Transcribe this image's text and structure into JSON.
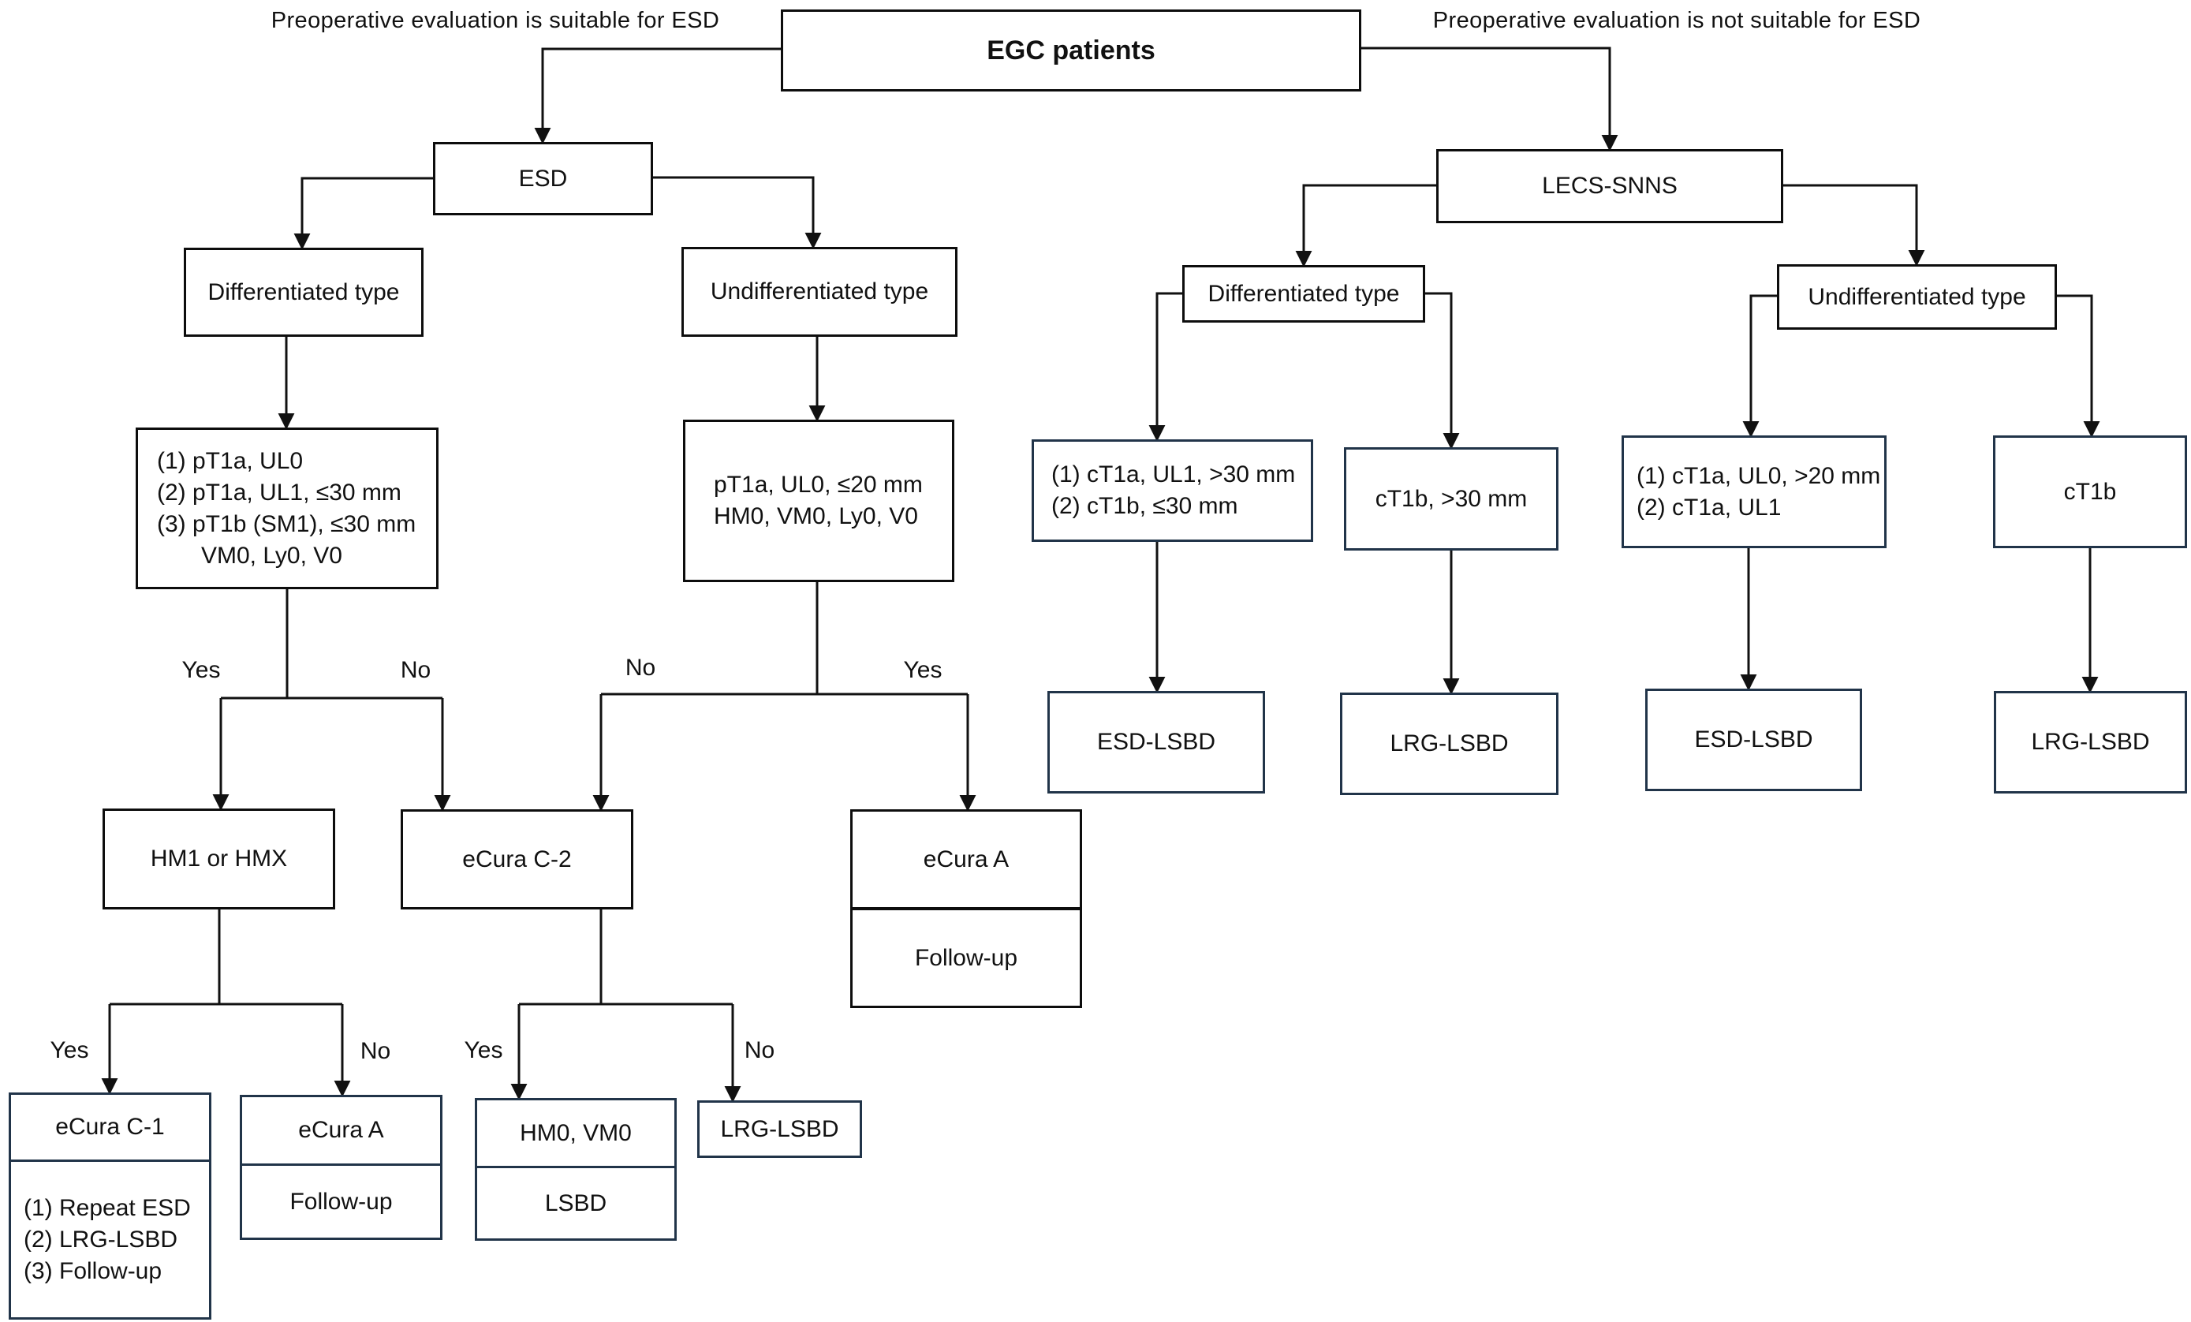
{
  "header": {
    "left_note": "Preoperative evaluation is suitable for ESD",
    "right_note": "Preoperative evaluation is not suitable for ESD"
  },
  "colors": {
    "line": "#111111",
    "border_black": "#0d0d0d",
    "border_navy": "#213449",
    "background": "#ffffff"
  },
  "nodes": {
    "egc": "EGC patients",
    "esd": "ESD",
    "lecs_snns": "LECS-SNNS",
    "esd_differentiated": "Differentiated type",
    "esd_undifferentiated": "Undifferentiated type",
    "lecs_differentiated": "Differentiated type",
    "lecs_undifferentiated": "Undifferentiated type",
    "esd_diff_criteria": [
      "(1) pT1a, UL0",
      "(2) pT1a, UL1, ≤30 mm",
      "(3) pT1b (SM1), ≤30 mm",
      "VM0, Ly0, V0"
    ],
    "esd_undiff_criteria": [
      "pT1a, UL0, ≤20 mm",
      "HM0, VM0, Ly0, V0"
    ],
    "hm1_hmx": "HM1 or HMX",
    "ecura_c2": "eCura C-2",
    "ecura_a_right": {
      "title": "eCura A",
      "action": "Follow-up"
    },
    "ecura_c1": {
      "title": "eCura C-1",
      "actions": [
        "(1) Repeat ESD",
        "(2) LRG-LSBD",
        "(3) Follow-up"
      ]
    },
    "ecura_a_left": {
      "title": "eCura A",
      "action": "Follow-up"
    },
    "hm0_vm0": {
      "title": "HM0, VM0",
      "action": "LSBD"
    },
    "lrg_lsbd_small": "LRG-LSBD",
    "lecs_diff_criteria_1": [
      "(1) cT1a, UL1, >30 mm",
      "(2) cT1b, ≤30 mm"
    ],
    "lecs_diff_criteria_2": "cT1b, >30 mm",
    "lecs_undiff_criteria_1": [
      "(1) cT1a, UL0, >20 mm",
      "(2) cT1a, UL1"
    ],
    "lecs_undiff_criteria_2": "cT1b",
    "lecs_diff_outcome_1": "ESD-LSBD",
    "lecs_diff_outcome_2": "LRG-LSBD",
    "lecs_undiff_outcome_1": "ESD-LSBD",
    "lecs_undiff_outcome_2": "LRG-LSBD"
  },
  "decisions": {
    "esd_diff_yes": "Yes",
    "esd_diff_no": "No",
    "esd_undiff_no": "No",
    "esd_undiff_yes": "Yes",
    "hm1_yes": "Yes",
    "hm1_no": "No",
    "ecura_c2_yes": "Yes",
    "ecura_c2_no": "No"
  }
}
